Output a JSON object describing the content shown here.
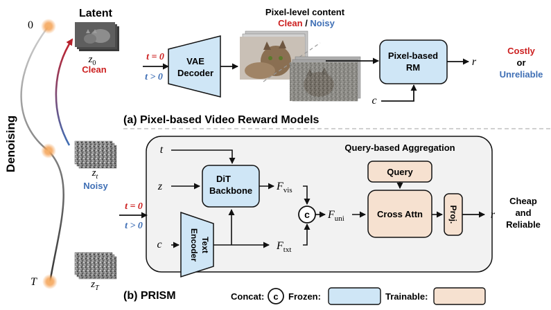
{
  "left": {
    "denoising_label": "Denoising",
    "latent_header": "Latent",
    "t0_label": "0",
    "tT_label": "T",
    "latent_z0": {
      "z": "z",
      "sub": "0",
      "tag": "Clean"
    },
    "latent_zt": {
      "z": "z",
      "sub": "t",
      "tag": "Noisy"
    },
    "latent_zT": {
      "z": "z",
      "sub": "T"
    }
  },
  "top": {
    "pixel_content_title": "Pixel-level content",
    "clean_word": "Clean",
    "slash": " / ",
    "noisy_word": "Noisy",
    "t_eq0": "t = 0",
    "t_gt0": "t > 0",
    "vae_line1": "VAE",
    "vae_line2": "Decoder",
    "rm_line1": "Pixel-based",
    "rm_line2": "RM",
    "r_symbol": "r",
    "c_symbol": "c",
    "costly": "Costly",
    "or": "or",
    "unreliable": "Unreliable",
    "caption": "(a) Pixel-based Video Reward Models"
  },
  "bottom": {
    "qa_title": "Query-based Aggregation",
    "t_symbol": "t",
    "z_symbol": "z",
    "c_symbol": "c",
    "t_eq0": "t = 0",
    "t_gt0": "t > 0",
    "dit_line1": "DiT",
    "dit_line2": "Backbone",
    "text_enc_line1": "Text",
    "text_enc_line2": "Encoder",
    "f_vis": {
      "f": "F",
      "sub": "vis"
    },
    "f_txt": {
      "f": "F",
      "sub": "txt"
    },
    "f_uni": {
      "f": "F",
      "sub": "uni"
    },
    "concat_symbol": "c",
    "query": "Query",
    "cross_attn": "Cross Attn",
    "proj": "Proj.",
    "r_symbol": "r",
    "cheap": "Cheap",
    "and": "and",
    "reliable": "Reliable",
    "caption": "(b) PRISM",
    "legend_concat": "Concat:",
    "legend_frozen": "Frozen:",
    "legend_trainable": "Trainable:"
  },
  "colors": {
    "clean_red": "#cc1f1f",
    "noisy_blue": "#3f6fb5",
    "frozen_fill": "#cfe6f6",
    "trainable_fill": "#f6e1d0",
    "panel_fill": "#f2f2f2"
  }
}
